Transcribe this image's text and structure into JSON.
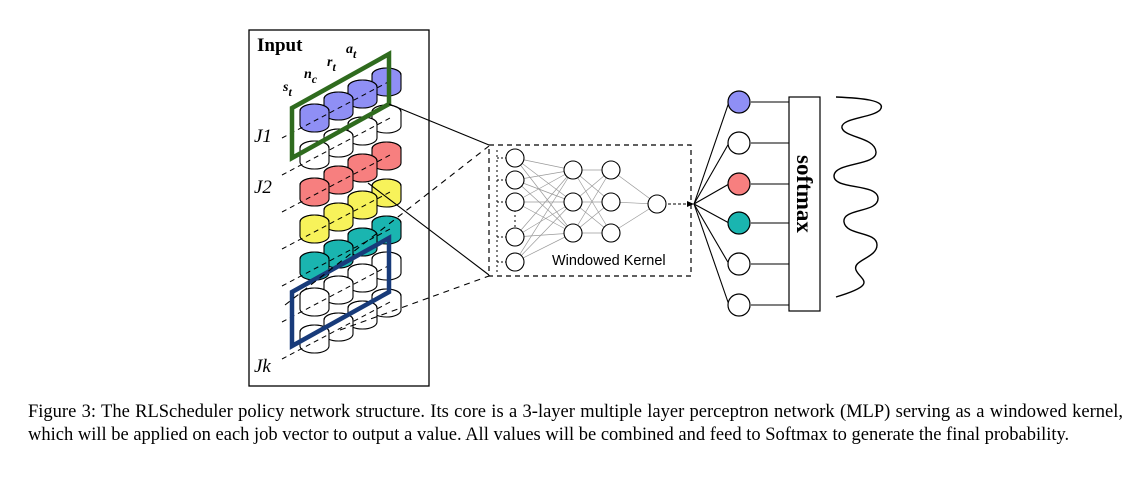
{
  "figure": {
    "input_title": "Input",
    "feature_labels": [
      {
        "base": "s",
        "sub": "t"
      },
      {
        "base": "n",
        "sub": "c"
      },
      {
        "base": "r",
        "sub": "t"
      },
      {
        "base": "a",
        "sub": "t"
      }
    ],
    "job_labels": [
      "J1",
      "J2",
      "Jk"
    ],
    "kernel_label": "Windowed Kernel",
    "softmax_label": "softmax",
    "colors": {
      "purple": "#8f8ff5",
      "red": "#f77f7f",
      "yellow": "#f7f25a",
      "teal": "#1ab5b0",
      "green_window": "#2f6b1e",
      "blue_window": "#183b7a"
    },
    "output_node_colors": [
      "purple",
      "white",
      "red",
      "teal",
      "white",
      "white"
    ]
  },
  "caption": {
    "text": "Figure 3: The RLScheduler policy network structure. Its core is a 3-layer multiple layer perceptron network (MLP) serving as a windowed kernel, which will be applied on each job vector to output a value. All values will be combined and feed to Softmax to generate the final probability."
  }
}
